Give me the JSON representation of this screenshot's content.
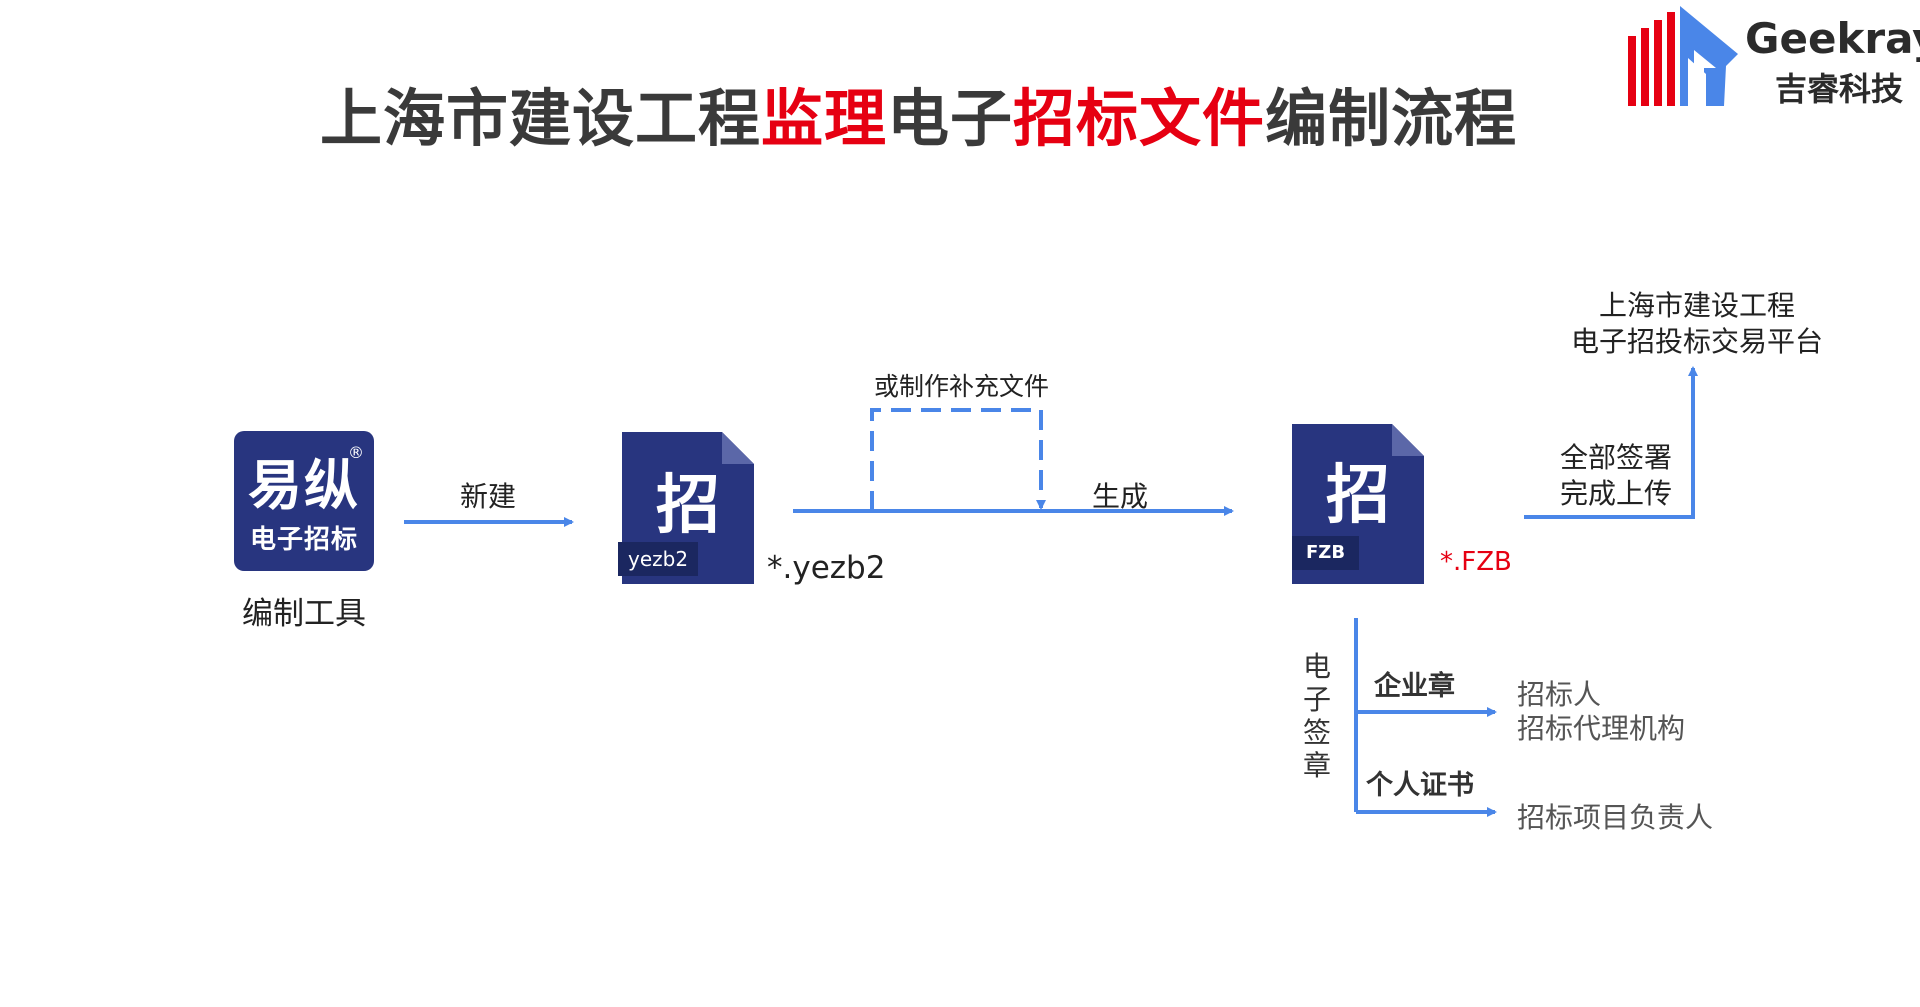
{
  "title": {
    "part1": "上海市建设工程",
    "part2": "监理",
    "part3": "电子",
    "part4": "招标文件",
    "part5": "编制流程"
  },
  "logo": {
    "brand_en": "Geekray",
    "brand_cn": "吉睿科技"
  },
  "colors": {
    "accent_blue": "#4a86e8",
    "title_red": "#e60012",
    "icon_navy": "#28357f"
  },
  "tool": {
    "icon_main": "易纵",
    "icon_reg": "®",
    "icon_sub": "电子招标",
    "label": "编制工具"
  },
  "steps": {
    "new_label": "新建",
    "supplement_label": "或制作补充文件",
    "generate_label": "生成",
    "upload_line1": "全部签署",
    "upload_line2": "完成上传"
  },
  "file_yezb2": {
    "icon_char": "招",
    "tag": "yezb2",
    "ext_label": "*.yezb2"
  },
  "file_fzb": {
    "icon_char": "招",
    "tag": "FZB",
    "ext_label": "*.FZB"
  },
  "platform": {
    "line1": "上海市建设工程",
    "line2": "电子招投标交易平台"
  },
  "signature": {
    "vertical_label": "电子签章",
    "enterprise_seal": "企业章",
    "enterprise_targets": [
      "招标人",
      "招标代理机构"
    ],
    "personal_cert": "个人证书",
    "personal_targets": [
      "招标项目负责人"
    ]
  }
}
